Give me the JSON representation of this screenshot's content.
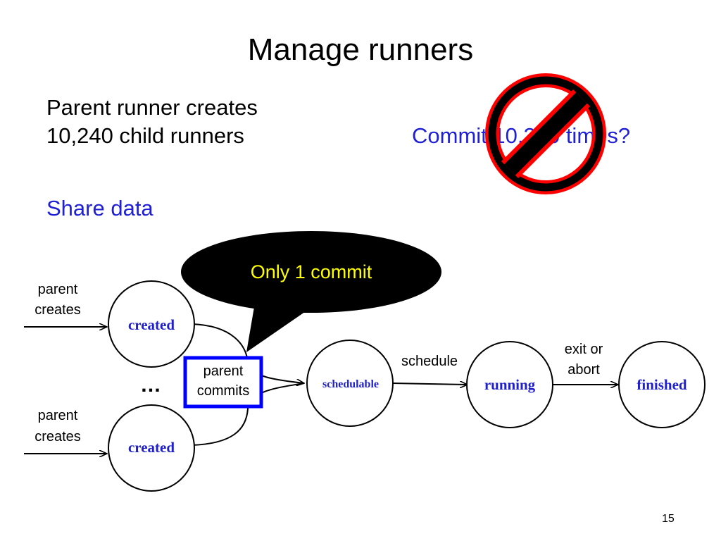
{
  "slide": {
    "title": "Manage runners",
    "page_number": "15",
    "left_text": {
      "line1": "Parent runner creates",
      "line2": "10,240 child runners"
    },
    "share_data": "Share data",
    "commit_question": "Commit 10,240 times?",
    "prohibited_icon": "no-symbol-icon"
  },
  "callout": {
    "text": "Only 1 commit"
  },
  "diagram": {
    "states": {
      "created_top": "created",
      "created_bottom": "created",
      "schedulable": "schedulable",
      "running": "running",
      "finished": "finished"
    },
    "edges": {
      "parent_creates_top_1": "parent",
      "parent_creates_top_2": "creates",
      "parent_creates_bottom_1": "parent",
      "parent_creates_bottom_2": "creates",
      "parent_commits_1": "parent",
      "parent_commits_2": "commits",
      "schedule": "schedule",
      "exit_or_abort_1": "exit or",
      "exit_or_abort_2": "abort"
    },
    "ellipsis": "…"
  },
  "colors": {
    "accent_blue": "#1F1FD6",
    "prohibit_red": "#FF0000",
    "callout_bg": "#000000",
    "callout_text": "#FFFF00",
    "box_blue": "#0000FF"
  }
}
